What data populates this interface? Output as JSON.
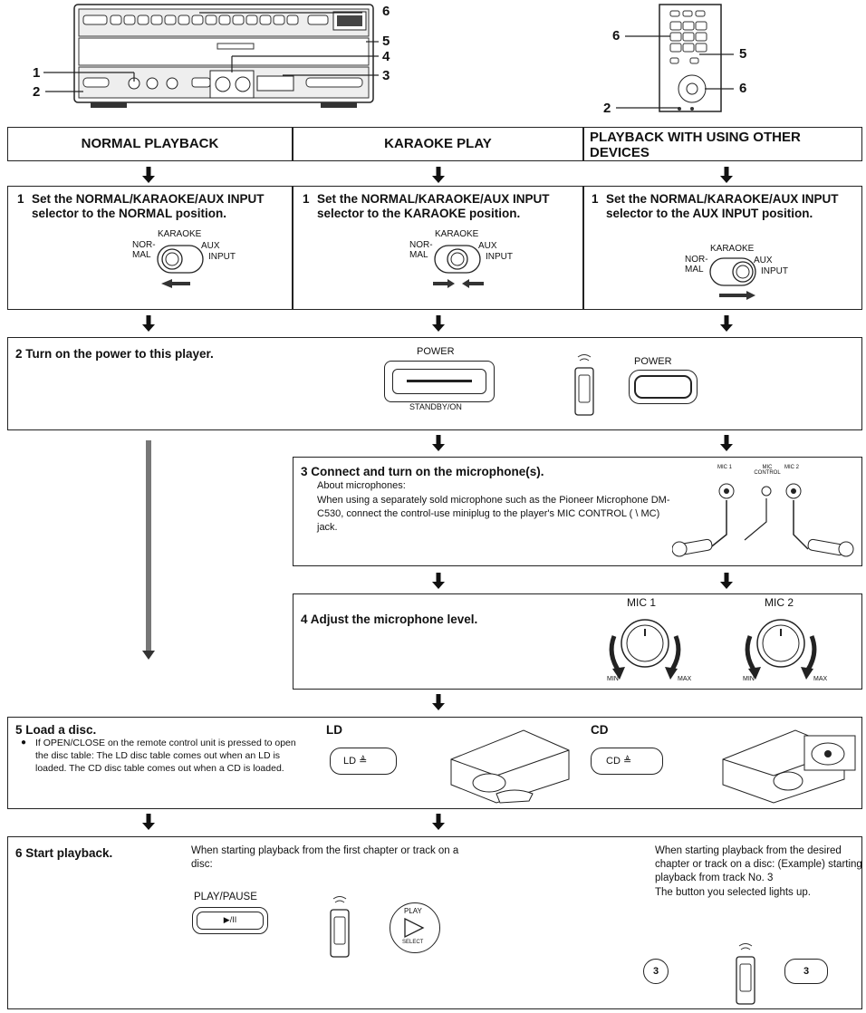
{
  "callouts": {
    "n1": "1",
    "n2": "2",
    "n3": "3",
    "n4": "4",
    "n5": "5",
    "n6": "6"
  },
  "headers": {
    "normal": "NORMAL PLAYBACK",
    "karaoke": "KARAOKE PLAY",
    "other": "PLAYBACK WITH USING OTHER DEVICES"
  },
  "step1": {
    "num": "1",
    "normal": "Set the NORMAL/KARAOKE/AUX INPUT selector to the NORMAL position.",
    "karaoke": "Set the NORMAL/KARAOKE/AUX INPUT selector to the KARAOKE position.",
    "other": "Set the NORMAL/KARAOKE/AUX INPUT selector to the AUX INPUT position.",
    "sel_karaoke": "KARAOKE",
    "sel_nor": "NOR-",
    "sel_mal": "MAL",
    "sel_aux": "AUX",
    "sel_input": "INPUT"
  },
  "step2": {
    "text": "2 Turn on the power to this player.",
    "power": "POWER",
    "standby": "STANDBY/ON"
  },
  "step3": {
    "title": "3  Connect and turn on the microphone(s).",
    "sub": "About microphones:",
    "body": "When using a separately sold microphone such as the Pioneer Microphone DM-C530, connect the control-use miniplug to the player's MIC CONTROL ( \\ MC) jack.",
    "mic1": "MIC 1",
    "micc": "MIC CONTROL",
    "mic2": "MIC 2"
  },
  "step4": {
    "text": "4  Adjust the microphone level.",
    "mic1": "MIC 1",
    "mic2": "MIC 2",
    "min": "MIN",
    "max": "MAX"
  },
  "step5": {
    "title": "5  Load a disc.",
    "bullet": "If OPEN/CLOSE on the remote control unit is pressed to open the disc table: The LD disc table comes out when an LD is loaded. The CD disc table comes out when a CD is loaded.",
    "ld": "LD",
    "cd": "CD",
    "ld_btn": "LD ≜",
    "cd_btn": "CD ≜"
  },
  "step6": {
    "title": "6  Start playback.",
    "first": "When starting playback from the first chapter or track on a disc:",
    "playpause": "PLAY/PAUSE",
    "pp_btn": "▶/II",
    "play": "PLAY",
    "select": "SELECT",
    "desired": "When starting playback from the desired chapter or track on a disc: (Example) starting playback from track No. 3",
    "lights": "The button you selected lights up.",
    "three": "3"
  }
}
